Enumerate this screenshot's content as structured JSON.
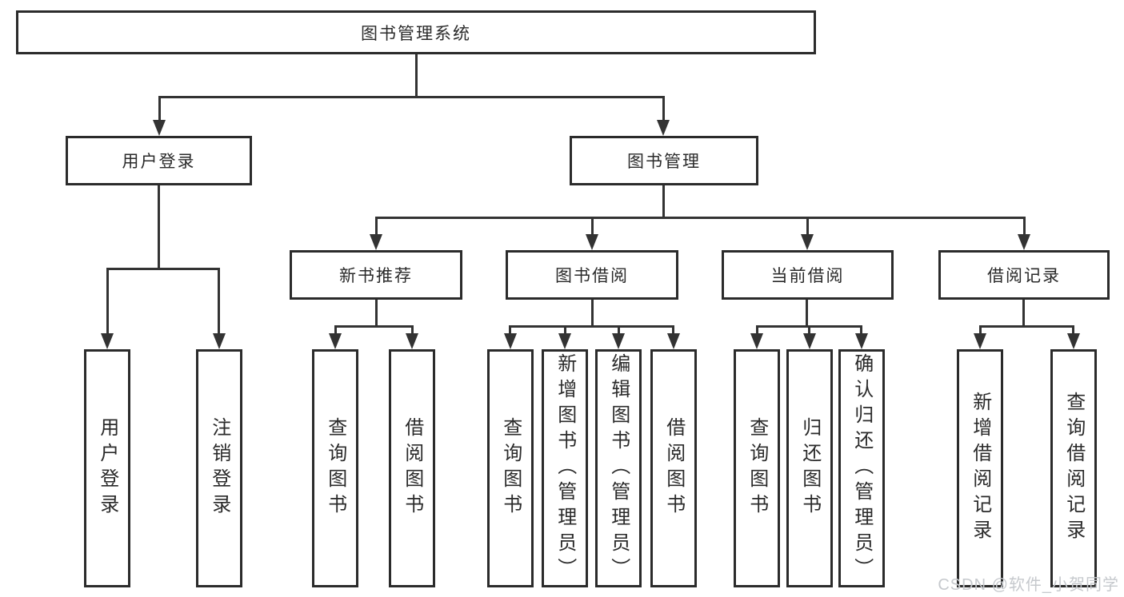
{
  "diagram": {
    "root": {
      "label": "图书管理系统"
    },
    "level2": [
      {
        "label": "用户登录"
      },
      {
        "label": "图书管理"
      }
    ],
    "level3": [
      {
        "label": "新书推荐"
      },
      {
        "label": "图书借阅"
      },
      {
        "label": "当前借阅"
      },
      {
        "label": "借阅记录"
      }
    ],
    "leaves": {
      "user_login": [
        "用户登录",
        "注销登录"
      ],
      "new_book_recommend": [
        "查询图书",
        "借阅图书"
      ],
      "book_borrow": [
        "查询图书",
        "新增图书（管理员）",
        "编辑图书（管理员）",
        "借阅图书"
      ],
      "current_borrow": [
        "查询图书",
        "归还图书",
        "确认归还（管理员）"
      ],
      "borrow_records": [
        "新增借阅记录",
        "查询借阅记录"
      ]
    }
  },
  "watermark": {
    "text": "CSDN @软件_小贺同学"
  },
  "colors": {
    "line": "#333333",
    "box_border": "#2b2b2b",
    "background": "#ffffff",
    "text": "#2a2a2a",
    "watermark": "#c6c9cd"
  }
}
